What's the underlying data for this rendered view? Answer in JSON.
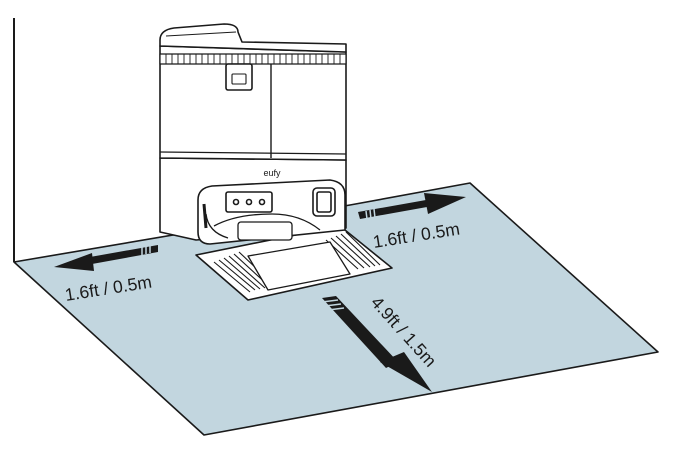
{
  "diagram": {
    "brand_logo": "eufy",
    "clearance_left": "1.6ft / 0.5m",
    "clearance_right": "1.6ft / 0.5m",
    "clearance_front": "4.9ft / 1.5m",
    "floor_color": "#c2d6df",
    "line_color": "#1a1a1a",
    "icons": [
      "arrow-left-icon",
      "arrow-right-icon",
      "arrow-front-icon"
    ]
  }
}
